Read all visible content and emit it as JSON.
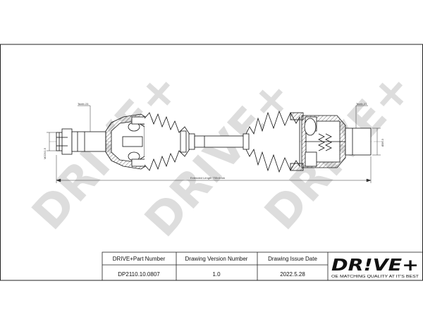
{
  "drawing": {
    "spline_left": "Teeth 23",
    "spline_right": "Teeth 23",
    "thread_left": "M22X1.5",
    "diameter_right": "Ø36.3",
    "extended_length": "Extended Length 755±4mm"
  },
  "watermark": {
    "text": "DRIVE+"
  },
  "title_block": {
    "headers": [
      "DRIVE+Part Number",
      "Drawing Version Number",
      "Drawing Issue Date"
    ],
    "values": [
      "DP2110.10.0807",
      "1.0",
      "2022.5.28"
    ]
  },
  "logo": {
    "text": "DR!VE+",
    "tagline": "OE MATCHING QUALITY AT IT'S BEST",
    "colors": {
      "text": "#111111",
      "accent": "#d21f26"
    }
  }
}
